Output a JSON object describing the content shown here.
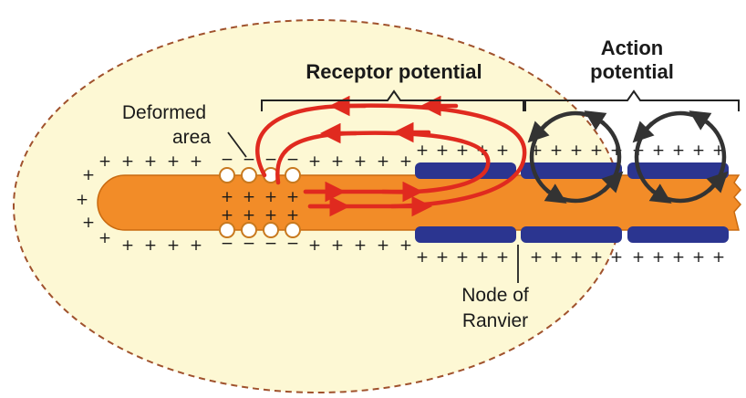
{
  "labels": {
    "receptor_potential": "Receptor potential",
    "action_potential_line1": "Action",
    "action_potential_line2": "potential",
    "deformed_line1": "Deformed",
    "deformed_line2": "area",
    "node_line1": "Node of",
    "node_line2": "Ranvier"
  },
  "signs": {
    "plus": "+",
    "minus": "−"
  },
  "colors": {
    "capsule_fill": "#fdf8d4",
    "capsule_border": "#a0522d",
    "fiber": "#f28c28",
    "fiber_edge": "#c96a10",
    "myelin": "#2b3590",
    "receptor_current": "#e02a1f",
    "action_current": "#333333",
    "text": "#1a1a1a"
  }
}
